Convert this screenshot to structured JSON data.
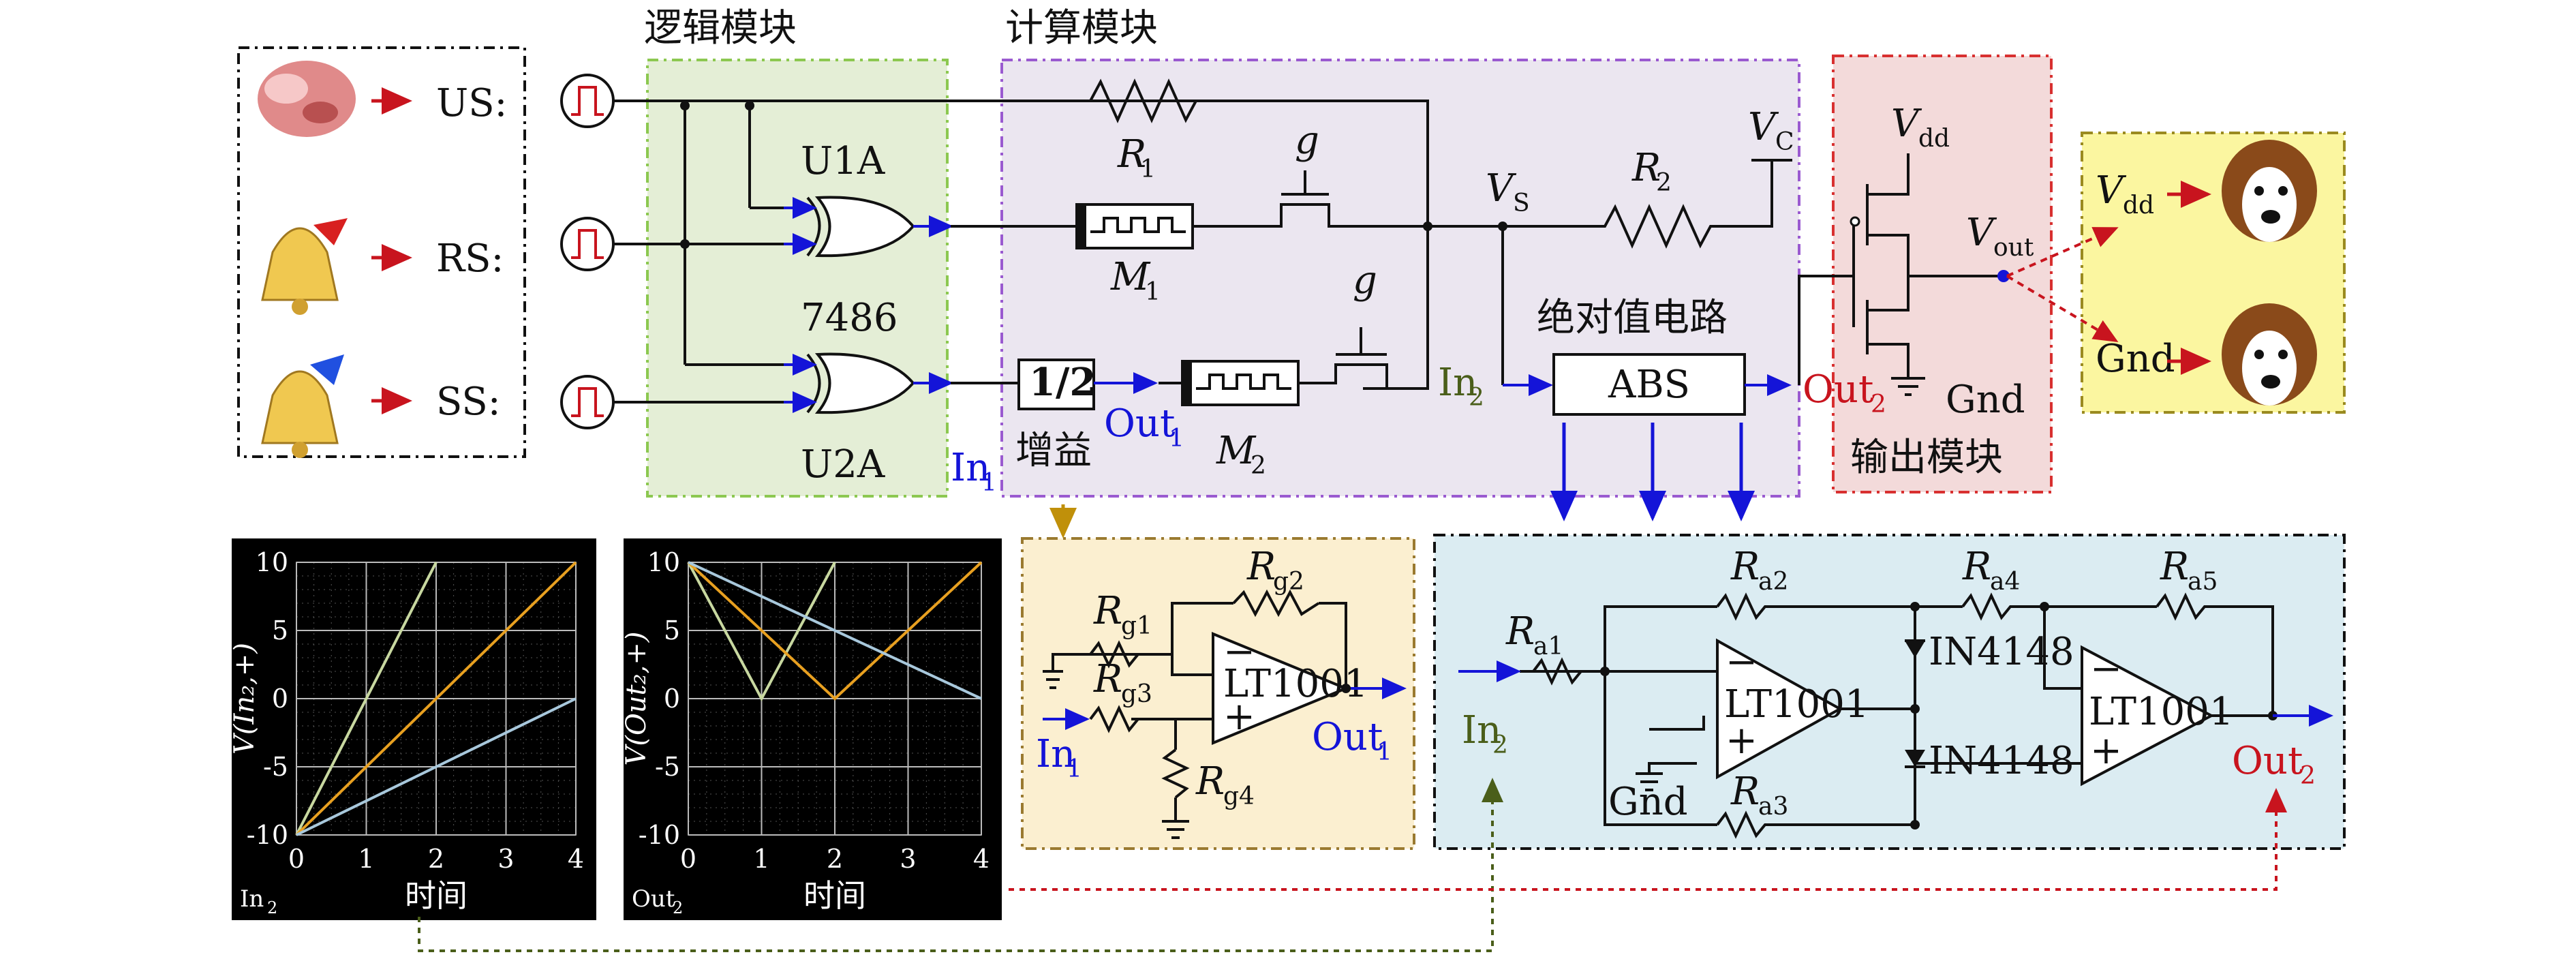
{
  "sections": {
    "logic": "逻辑模块",
    "compute": "计算模块",
    "abs": "绝对值电路",
    "output": "输出模块",
    "gain": "增益"
  },
  "inputs": [
    {
      "label": "US:",
      "image": "meat-icon"
    },
    {
      "label": "RS:",
      "image": "bell-red-icon"
    },
    {
      "label": "SS:",
      "image": "bell-blue-icon"
    }
  ],
  "logic": {
    "gate1": "U1A",
    "chip": "7486",
    "gate2": "U2A"
  },
  "compute": {
    "r1": "R",
    "r1_sub": "1",
    "m1": "M",
    "m1_sub": "1",
    "m2": "M",
    "m2_sub": "2",
    "g1": "g",
    "g2": "g",
    "vs": "V",
    "vs_sub": "S",
    "r2": "R",
    "r2_sub": "2",
    "vc": "V",
    "vc_sub": "C",
    "half": "1/2",
    "out1": "Out",
    "out1_sub": "1",
    "in1": "In",
    "in1_sub": "1",
    "in2": "In",
    "in2_sub": "2",
    "abs_box": "ABS",
    "out2": "Out",
    "out2_sub": "2"
  },
  "output_stage": {
    "vdd": "V",
    "vdd_sub": "dd",
    "vout": "V",
    "vout_sub": "out",
    "gnd": "Gnd"
  },
  "dogs": [
    {
      "label": "V",
      "label_sub": "dd",
      "image": "dog-icon"
    },
    {
      "label": "Gnd",
      "image": "dog-icon"
    }
  ],
  "gain_circuit": {
    "rg1": "R",
    "rg1_sub": "g1",
    "rg2": "R",
    "rg2_sub": "g2",
    "rg3": "R",
    "rg3_sub": "g3",
    "rg4": "R",
    "rg4_sub": "g4",
    "opamp": "LT1001",
    "in": "In",
    "in_sub": "1",
    "out": "Out",
    "out_sub": "1"
  },
  "abs_circuit": {
    "ra1": "R",
    "ra1_sub": "a1",
    "ra2": "R",
    "ra2_sub": "a2",
    "ra3": "R",
    "ra3_sub": "a3",
    "ra4": "R",
    "ra4_sub": "a4",
    "ra5": "R",
    "ra5_sub": "a5",
    "opamp1": "LT1001",
    "opamp2": "LT1001",
    "diode1": "IN4148",
    "diode2": "IN4148",
    "gnd": "Gnd",
    "in": "In",
    "in_sub": "2",
    "out": "Out",
    "out_sub": "2"
  },
  "chart_data": [
    {
      "type": "line",
      "corner_label": "In",
      "corner_label_sub": "2",
      "xlabel": "时间",
      "ylabel": "V(In₂,+)",
      "xlim": [
        0,
        4
      ],
      "ylim": [
        -10,
        10
      ],
      "xticks": [
        "0",
        "1",
        "2",
        "3",
        "4"
      ],
      "yticks": [
        "10",
        "5",
        "0",
        "-5",
        "-10"
      ],
      "grid": true,
      "series": [
        {
          "color": "#c8d8a0",
          "x": [
            0,
            2
          ],
          "y": [
            -10,
            10
          ]
        },
        {
          "color": "#e8a020",
          "x": [
            0,
            4
          ],
          "y": [
            -10,
            10
          ]
        },
        {
          "color": "#a8c8dc",
          "x": [
            0,
            4
          ],
          "y": [
            -10,
            0
          ]
        }
      ]
    },
    {
      "type": "line",
      "corner_label": "Out",
      "corner_label_sub": "2",
      "xlabel": "时间",
      "ylabel": "V(Out₂,+)",
      "xlim": [
        0,
        4
      ],
      "ylim": [
        -10,
        10
      ],
      "xticks": [
        "0",
        "1",
        "2",
        "3",
        "4"
      ],
      "yticks": [
        "10",
        "5",
        "0",
        "-5",
        "-10"
      ],
      "grid": true,
      "series": [
        {
          "color": "#c8d8a0",
          "x": [
            0,
            1,
            2
          ],
          "y": [
            10,
            0,
            10
          ]
        },
        {
          "color": "#e8a020",
          "x": [
            0,
            2,
            4
          ],
          "y": [
            10,
            0,
            10
          ]
        },
        {
          "color": "#a8c8dc",
          "x": [
            0,
            4
          ],
          "y": [
            10,
            0
          ]
        }
      ]
    }
  ],
  "colors": {
    "wire": "#111111",
    "signal": "#1414d8",
    "logic_bg": "#e4eed6",
    "compute_bg": "#ebe6f0",
    "output_bg": "#f3dada",
    "dog_bg": "#fbf6a0",
    "gain_bg": "#fbefd0",
    "abs_bg": "#dbecf2",
    "link_red": "#c8141e",
    "link_olive": "#4a5e1a",
    "link_gold": "#c0900a"
  }
}
